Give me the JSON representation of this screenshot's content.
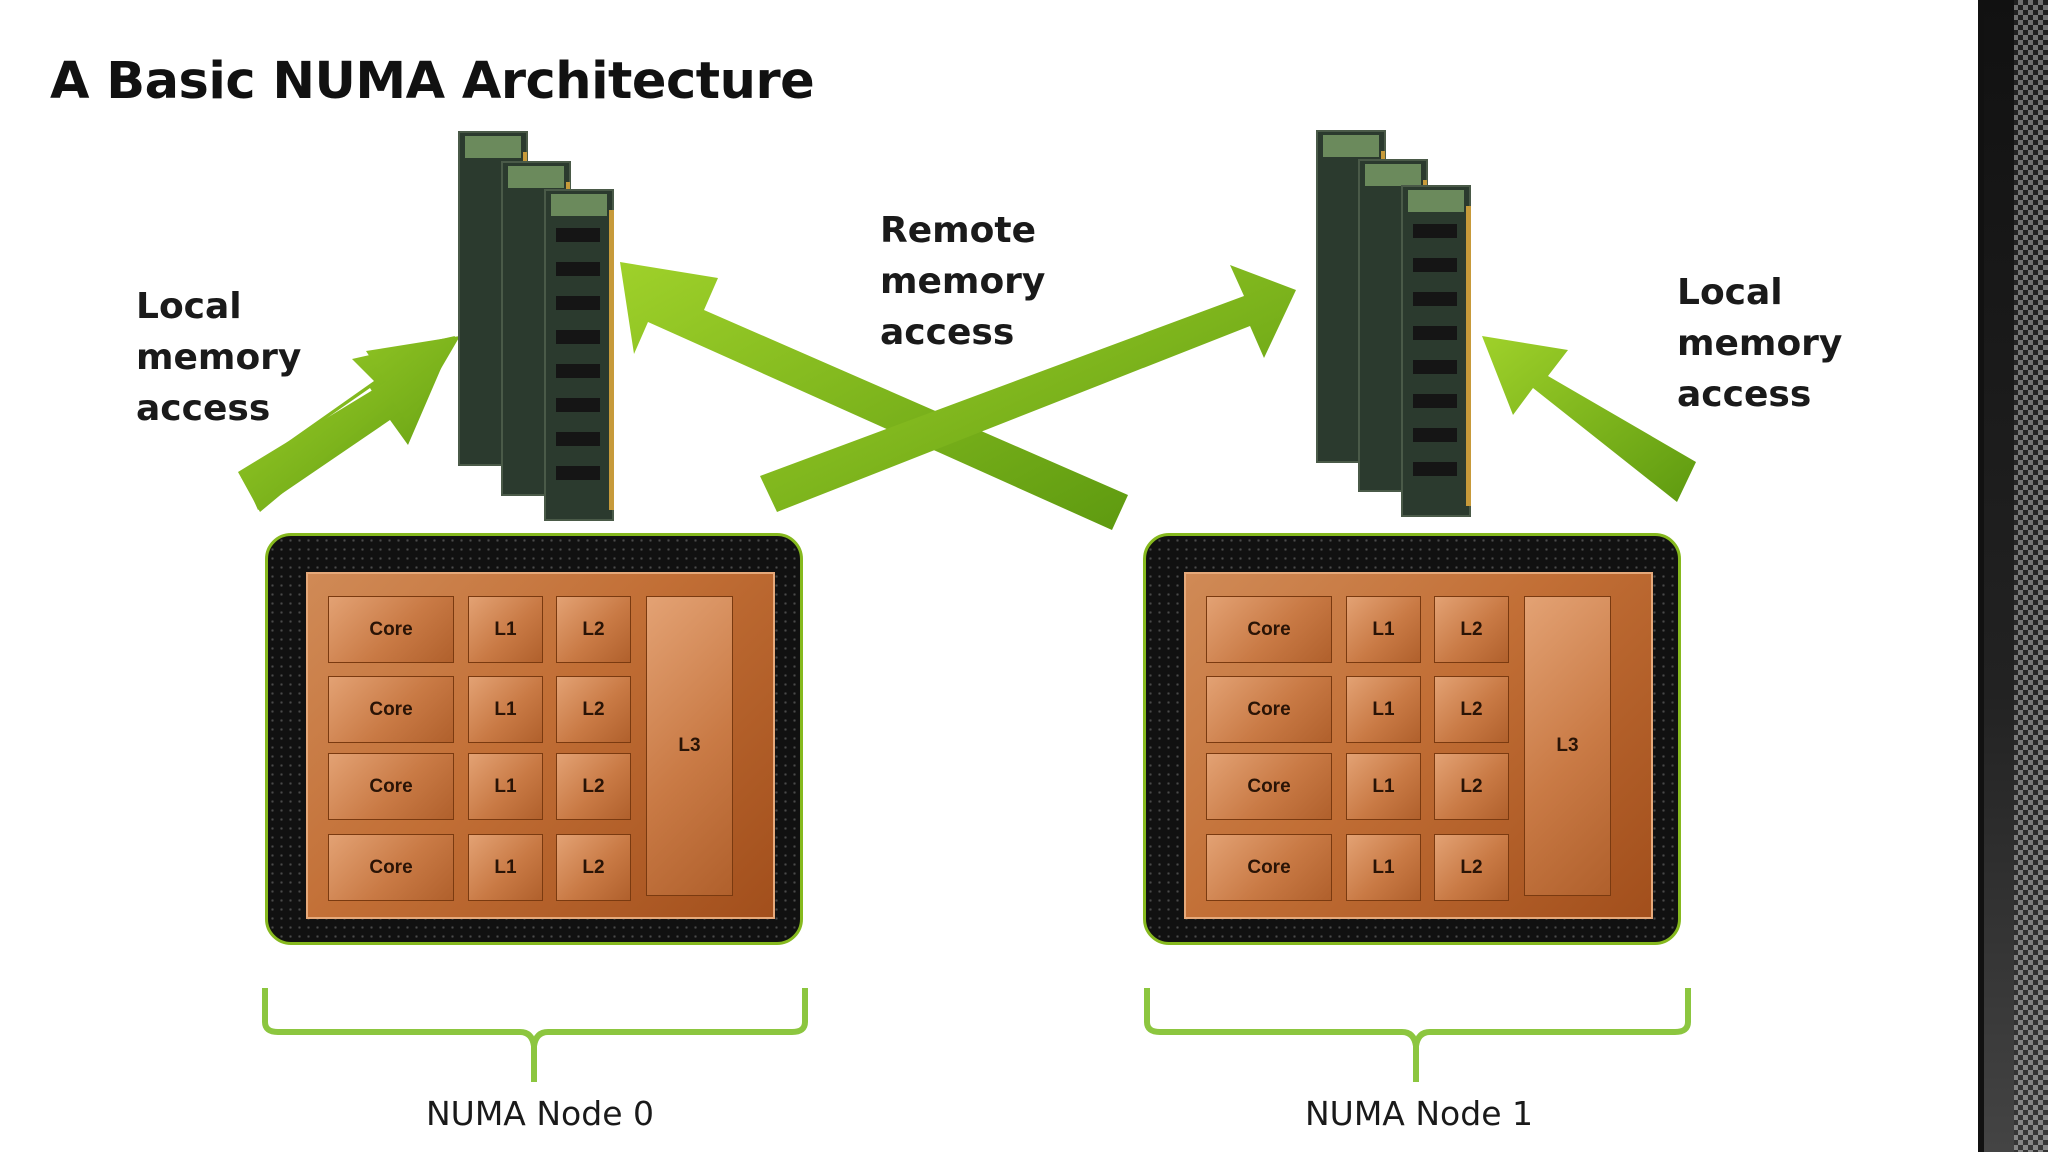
{
  "title": "A Basic NUMA Architecture",
  "labels": {
    "local_left": [
      "Local",
      "memory",
      "access"
    ],
    "remote": [
      "Remote",
      "memory",
      "access"
    ],
    "local_right": [
      "Local",
      "memory",
      "access"
    ]
  },
  "nodes": [
    {
      "name": "NUMA Node 0",
      "rows": [
        [
          "Core",
          "L1",
          "L2"
        ],
        [
          "Core",
          "L1",
          "L2"
        ],
        [
          "Core",
          "L1",
          "L2"
        ],
        [
          "Core",
          "L1",
          "L2"
        ]
      ],
      "l3": "L3"
    },
    {
      "name": "NUMA Node 1",
      "rows": [
        [
          "Core",
          "L1",
          "L2"
        ],
        [
          "Core",
          "L1",
          "L2"
        ],
        [
          "Core",
          "L1",
          "L2"
        ],
        [
          "Core",
          "L1",
          "L2"
        ]
      ],
      "l3": "L3"
    }
  ],
  "colors": {
    "arrow": "#7cb518",
    "bracket": "#8cc63f",
    "die": "#c26f36",
    "chip_frame": "#111111"
  }
}
